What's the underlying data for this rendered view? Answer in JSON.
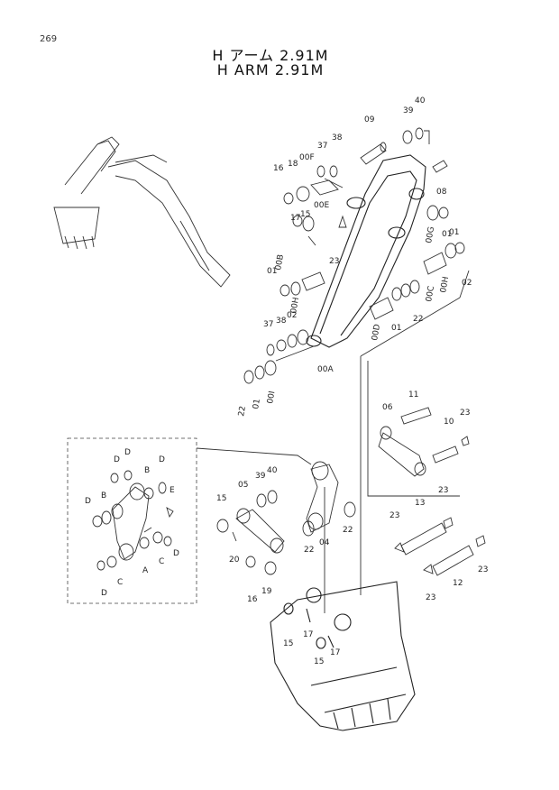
{
  "page_number": "269",
  "title_jp": "H アーム 2.91M",
  "title_en": "H ARM 2.91M",
  "labels": {
    "l09": "09",
    "l39a": "39",
    "l40a": "40",
    "l37a": "37",
    "l38a": "38",
    "l16a": "16",
    "l18": "18",
    "l00F": "00F",
    "l00E": "00E",
    "l17a": "17",
    "l15a": "15",
    "l08": "08",
    "l01a": "01",
    "l00G": "00G",
    "l01b": "01",
    "l00B": "00B",
    "l01c": "01",
    "l23a": "23",
    "l00C": "00C",
    "l00H": "00H",
    "l02a": "02",
    "l22a": "22",
    "l00D": "00D",
    "l01d": "01",
    "l00H2": "00H",
    "l02b": "02",
    "l37b": "37",
    "l38b": "38",
    "l00A": "00A",
    "l22b": "22",
    "l01e": "01",
    "l00I": "00I",
    "l06": "06",
    "l11": "11",
    "l10": "10",
    "l23b": "23",
    "l05": "05",
    "l39b": "39",
    "l40b": "40",
    "l15b": "15",
    "l20": "20",
    "l16b": "16",
    "l19": "19",
    "l04": "04",
    "l22c": "22",
    "l22d": "22",
    "l13": "13",
    "l23c": "23",
    "l23d": "23",
    "l12": "12",
    "l23e": "23",
    "l23f": "23",
    "l15c": "15",
    "l17b": "17",
    "l17c": "17",
    "l15d": "15",
    "dD1": "D",
    "dD2": "D",
    "dD3": "D",
    "dB1": "B",
    "dB2": "B",
    "dE": "E",
    "dD4": "D",
    "dD5": "D",
    "dC1": "C",
    "dA": "A",
    "dC2": "C",
    "dD6": "D"
  }
}
